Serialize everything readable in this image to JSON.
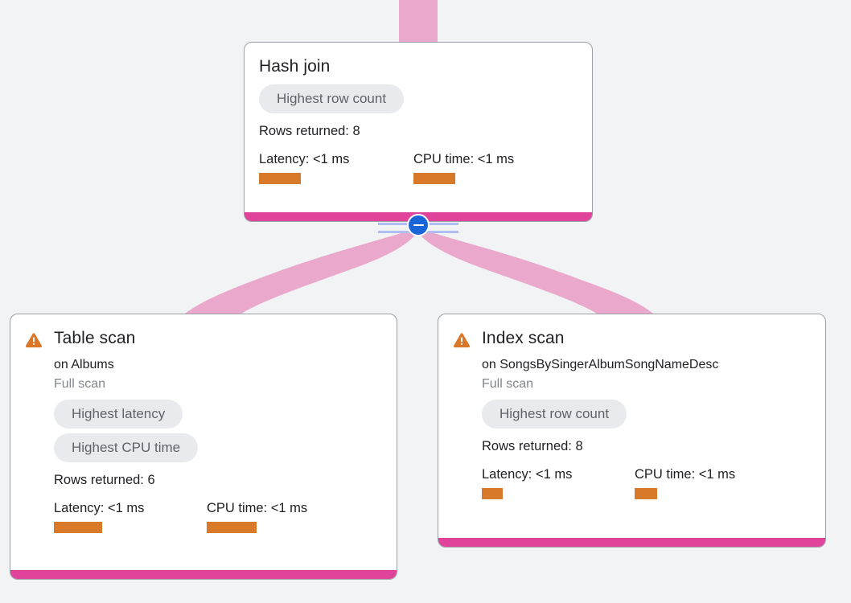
{
  "canvas": {
    "background": "#f1f3f4",
    "accent_pink": "#e0439a",
    "edge_pink": "#eaa8cc",
    "metric_orange": "#d97a2b",
    "warning_orange": "#d9782b",
    "toggle_blue": "#1a66d9"
  },
  "toggle": {
    "name": "collapse-toggle",
    "state": "expanded",
    "glyph": "minus"
  },
  "nodes": [
    {
      "id": "hash-join",
      "title": "Hash join",
      "has_warning": false,
      "subtitle": "",
      "subtitle2": "",
      "chips": [
        "Highest row count"
      ],
      "rows_returned": "Rows returned: 8",
      "latency_label": "Latency: <1 ms",
      "latency_bar_width": 52,
      "cpu_label": "CPU time: <1 ms",
      "cpu_bar_width": 52
    },
    {
      "id": "table-scan",
      "title": "Table scan",
      "has_warning": true,
      "warning_icon": "warning-triangle-icon",
      "subtitle": "on Albums",
      "subtitle2": "Full scan",
      "chips": [
        "Highest latency",
        "Highest CPU time"
      ],
      "rows_returned": "Rows returned: 6",
      "latency_label": "Latency: <1 ms",
      "latency_bar_width": 60,
      "cpu_label": "CPU time: <1 ms",
      "cpu_bar_width": 62
    },
    {
      "id": "index-scan",
      "title": "Index scan",
      "has_warning": true,
      "warning_icon": "warning-triangle-icon",
      "subtitle": "on SongsBySingerAlbumSongNameDesc",
      "subtitle2": "Full scan",
      "chips": [
        "Highest row count"
      ],
      "rows_returned": "Rows returned: 8",
      "latency_label": "Latency: <1 ms",
      "latency_bar_width": 26,
      "cpu_label": "CPU time: <1 ms",
      "cpu_bar_width": 28
    }
  ]
}
